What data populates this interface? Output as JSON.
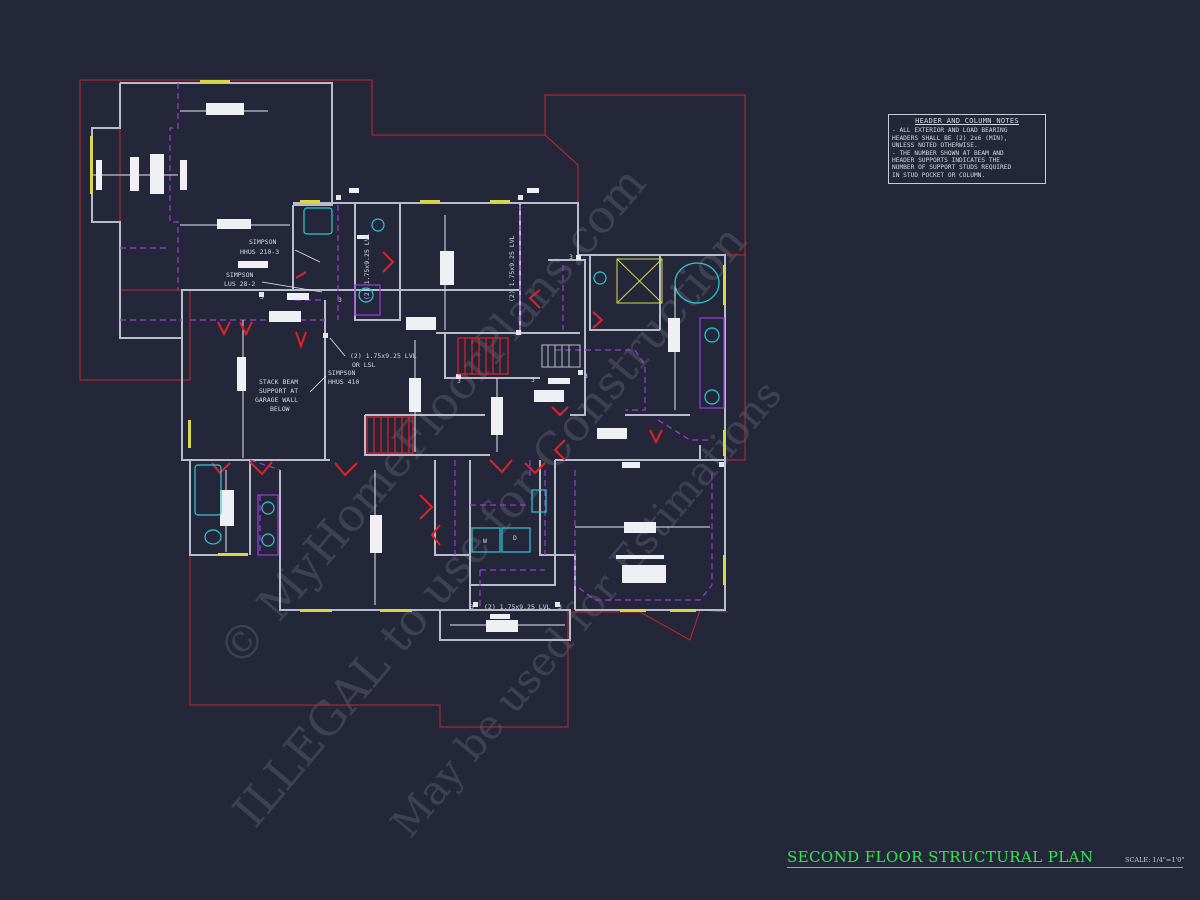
{
  "notes": {
    "title": "HEADER AND COLUMN NOTES",
    "lines": [
      "- ALL EXTERIOR AND LOAD BEARING",
      "HEADERS SHALL BE (2) 2x6 (MIN),",
      "UNLESS NOTED OTHERWISE.",
      "- THE NUMBER SHOWN AT BEAM AND",
      "HEADER SUPPORTS INDICATES THE",
      "NUMBER OF SUPPORT STUDS REQUIRED",
      "IN STUD POCKET OR COLUMN."
    ]
  },
  "labels": {
    "simpson1": [
      "SIMPSON",
      "HHUS 210-3"
    ],
    "simpson2": [
      "SIMPSON",
      "LUS 28-2"
    ],
    "simpson3": [
      "SIMPSON",
      "HHUS 410"
    ],
    "lvl_or_lsl": [
      "(2) 1.75x9.25 LVL",
      "OR LSL"
    ],
    "stack_beam": [
      "STACK BEAM",
      "SUPPORT AT",
      "GARAGE WALL",
      "BELOW"
    ],
    "lvl_vert_1": "(2) 1.75x9.25 LVL",
    "lvl_vert_2": "(2) 1.75x9.25 LVL",
    "lvl_bottom": "(2) 1.75x9.25 LVL",
    "stud_counts": [
      "3",
      "3",
      "3",
      "3",
      "3",
      "3",
      "3",
      "3"
    ],
    "washer": "W",
    "dryer": "D"
  },
  "watermark": {
    "line1": "© MyHomeFloorPlans.com",
    "line2": "ILLEGAL to use for Construction",
    "line3": "May be used for Estimations"
  },
  "title_block": {
    "title": "SECOND FLOOR STRUCTURAL PLAN",
    "scale": "SCALE: 1/4\"=1'0\""
  },
  "colors": {
    "background": "#242739",
    "wall": "#b9bccb",
    "roof_outline": "#c2282e",
    "door": "#e0222a",
    "beam_dashed": "#9b3bd6",
    "fixture": "#2fc7d6",
    "window": "#d8d84a",
    "title": "#33e84a"
  }
}
